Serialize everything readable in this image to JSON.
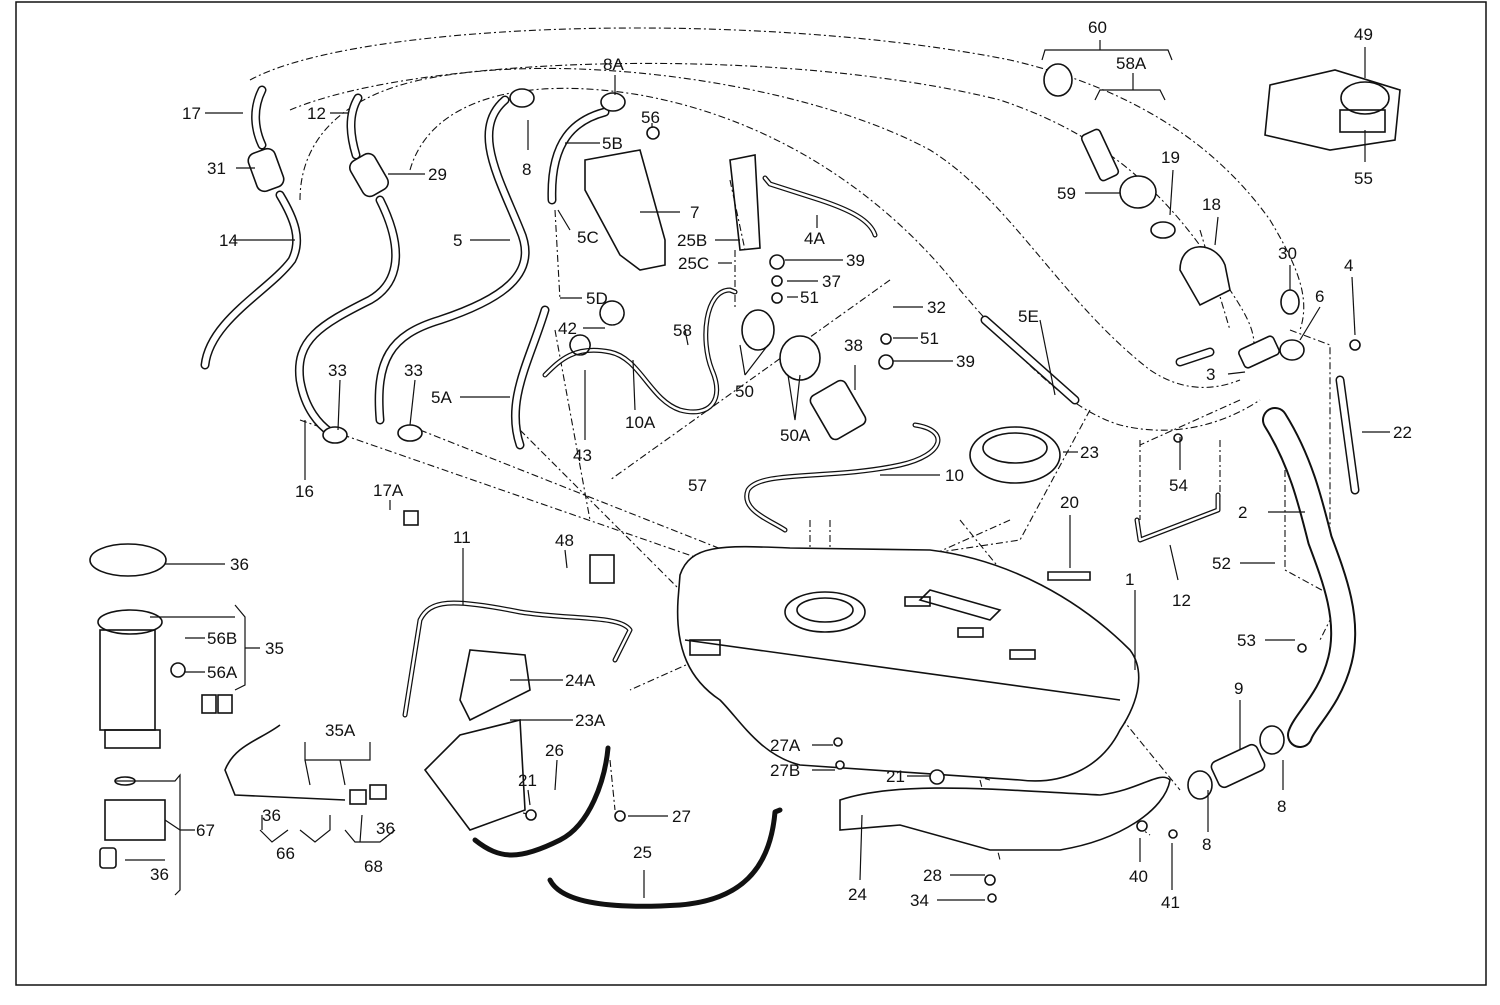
{
  "diagram": {
    "callouts": [
      {
        "id": "l1",
        "text": "1"
      },
      {
        "id": "l2",
        "text": "2"
      },
      {
        "id": "l3",
        "text": "3"
      },
      {
        "id": "l4",
        "text": "4"
      },
      {
        "id": "l4a",
        "text": "4A"
      },
      {
        "id": "l5",
        "text": "5"
      },
      {
        "id": "l5a",
        "text": "5A"
      },
      {
        "id": "l5b",
        "text": "5B"
      },
      {
        "id": "l5c",
        "text": "5C"
      },
      {
        "id": "l5d",
        "text": "5D"
      },
      {
        "id": "l5e",
        "text": "5E"
      },
      {
        "id": "l6",
        "text": "6"
      },
      {
        "id": "l7",
        "text": "7"
      },
      {
        "id": "l8",
        "text": "8"
      },
      {
        "id": "l8a",
        "text": "8A"
      },
      {
        "id": "l8b",
        "text": "8"
      },
      {
        "id": "l8c",
        "text": "8"
      },
      {
        "id": "l9",
        "text": "9"
      },
      {
        "id": "l10",
        "text": "10"
      },
      {
        "id": "l10a",
        "text": "10A"
      },
      {
        "id": "l11",
        "text": "11"
      },
      {
        "id": "l12",
        "text": "12"
      },
      {
        "id": "l12b",
        "text": "12"
      },
      {
        "id": "l14",
        "text": "14"
      },
      {
        "id": "l16",
        "text": "16"
      },
      {
        "id": "l17",
        "text": "17"
      },
      {
        "id": "l17a",
        "text": "17A"
      },
      {
        "id": "l18",
        "text": "18"
      },
      {
        "id": "l19",
        "text": "19"
      },
      {
        "id": "l20",
        "text": "20"
      },
      {
        "id": "l21",
        "text": "21"
      },
      {
        "id": "l21b",
        "text": "21"
      },
      {
        "id": "l22",
        "text": "22"
      },
      {
        "id": "l23",
        "text": "23"
      },
      {
        "id": "l23a",
        "text": "23A"
      },
      {
        "id": "l24",
        "text": "24"
      },
      {
        "id": "l24a",
        "text": "24A"
      },
      {
        "id": "l25",
        "text": "25"
      },
      {
        "id": "l25b",
        "text": "25B"
      },
      {
        "id": "l25c",
        "text": "25C"
      },
      {
        "id": "l26",
        "text": "26"
      },
      {
        "id": "l27",
        "text": "27"
      },
      {
        "id": "l27a",
        "text": "27A"
      },
      {
        "id": "l27b",
        "text": "27B"
      },
      {
        "id": "l28",
        "text": "28"
      },
      {
        "id": "l29",
        "text": "29"
      },
      {
        "id": "l30",
        "text": "30"
      },
      {
        "id": "l31",
        "text": "31"
      },
      {
        "id": "l32",
        "text": "32"
      },
      {
        "id": "l33",
        "text": "33"
      },
      {
        "id": "l33b",
        "text": "33"
      },
      {
        "id": "l34",
        "text": "34"
      },
      {
        "id": "l35",
        "text": "35"
      },
      {
        "id": "l35a",
        "text": "35A"
      },
      {
        "id": "l36",
        "text": "36"
      },
      {
        "id": "l36b",
        "text": "36"
      },
      {
        "id": "l36c",
        "text": "36"
      },
      {
        "id": "l36d",
        "text": "36"
      },
      {
        "id": "l37",
        "text": "37"
      },
      {
        "id": "l38",
        "text": "38"
      },
      {
        "id": "l39",
        "text": "39"
      },
      {
        "id": "l39b",
        "text": "39"
      },
      {
        "id": "l40",
        "text": "40"
      },
      {
        "id": "l41",
        "text": "41"
      },
      {
        "id": "l42",
        "text": "42"
      },
      {
        "id": "l43",
        "text": "43"
      },
      {
        "id": "l48",
        "text": "48"
      },
      {
        "id": "l49",
        "text": "49"
      },
      {
        "id": "l50",
        "text": "50"
      },
      {
        "id": "l50a",
        "text": "50A"
      },
      {
        "id": "l51",
        "text": "51"
      },
      {
        "id": "l51b",
        "text": "51"
      },
      {
        "id": "l52",
        "text": "52"
      },
      {
        "id": "l53",
        "text": "53"
      },
      {
        "id": "l54",
        "text": "54"
      },
      {
        "id": "l55",
        "text": "55"
      },
      {
        "id": "l56",
        "text": "56"
      },
      {
        "id": "l56a",
        "text": "56A"
      },
      {
        "id": "l56b",
        "text": "56B"
      },
      {
        "id": "l57",
        "text": "57"
      },
      {
        "id": "l58",
        "text": "58"
      },
      {
        "id": "l58a",
        "text": "58A"
      },
      {
        "id": "l59",
        "text": "59"
      },
      {
        "id": "l60",
        "text": "60"
      },
      {
        "id": "l66",
        "text": "66"
      },
      {
        "id": "l67",
        "text": "67"
      },
      {
        "id": "l68",
        "text": "68"
      }
    ]
  }
}
